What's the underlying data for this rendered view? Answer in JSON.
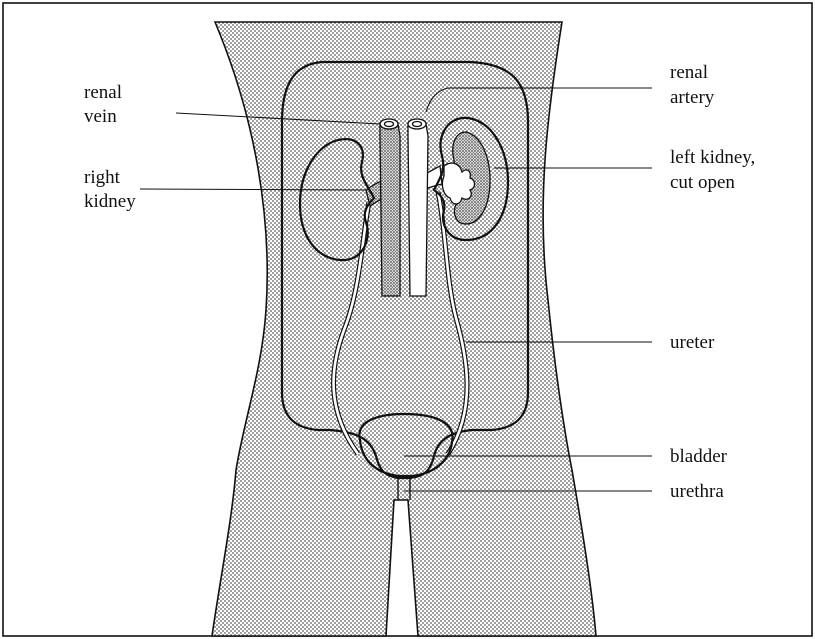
{
  "figure": {
    "labels": {
      "renal_vein": [
        "renal",
        "vein"
      ],
      "renal_artery": [
        "renal",
        "artery"
      ],
      "right_kidney": [
        "right",
        "kidney"
      ],
      "left_kidney": [
        "left kidney,",
        "cut open"
      ],
      "ureter": [
        "ureter"
      ],
      "bladder": [
        "bladder"
      ],
      "urethra": [
        "urethra"
      ]
    },
    "colors": {
      "ink": "#111111",
      "body_stipple": "#b9b9b9",
      "background": "#ffffff"
    }
  }
}
